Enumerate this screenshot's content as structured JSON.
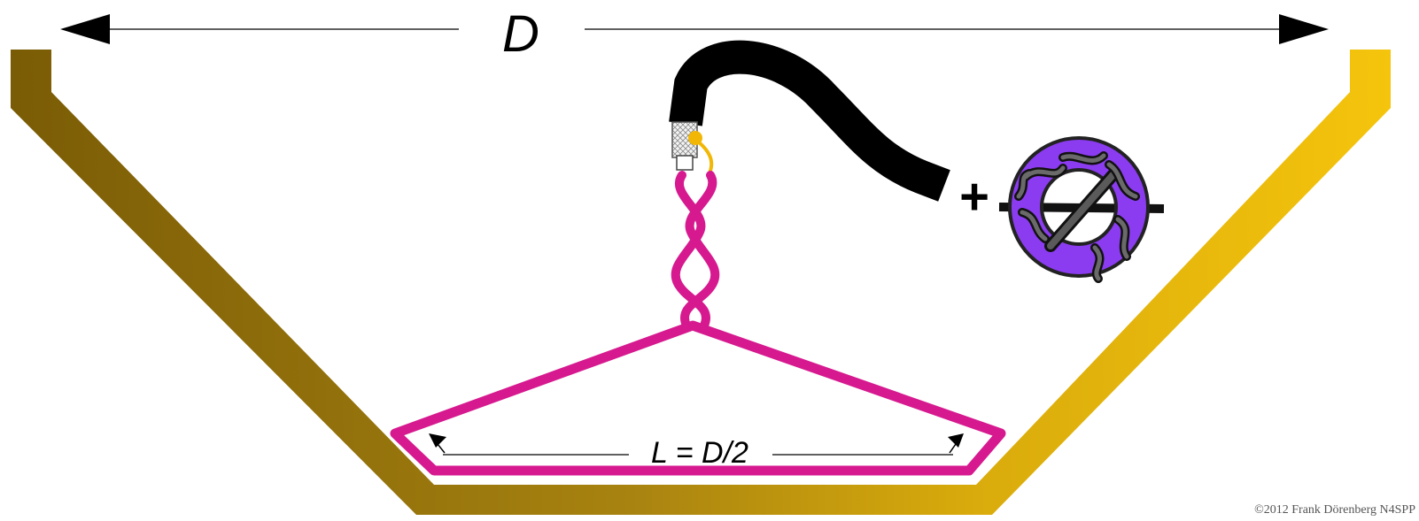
{
  "labels": {
    "dish_diameter": "D",
    "loop_length": "L = D/2",
    "plus_sign": "+",
    "copyright": "©2012 Frank Dörenberg N4SPP"
  },
  "colors": {
    "dish_dark": "#7a5c06",
    "dish_light": "#f5c40c",
    "loop": "#d6198f",
    "cable": "#000000",
    "connector_wire": "#f2b705",
    "ferrite_ring": "#8b3cf0",
    "winding": "#4a4a4a",
    "arrows": "#000000"
  },
  "icons": {
    "coax_cable": "coax-cable-icon",
    "balun": "ferrite-balun-icon"
  }
}
